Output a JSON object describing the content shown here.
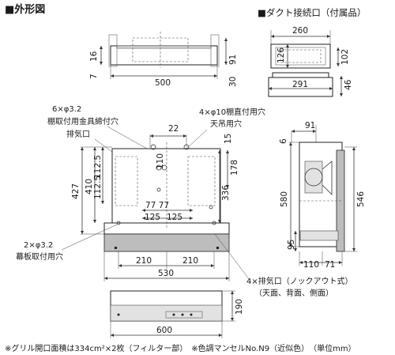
{
  "header": {
    "title": "■外形図",
    "duct_title": "■ダクト接続口（付属品）"
  },
  "dims": {
    "top_width": "500",
    "top_h16": "16",
    "top_h7": "7",
    "top_r91": "91",
    "top_r30": "30",
    "duct_260": "260",
    "duct_126": "126",
    "duct_102": "102",
    "duct_46": "46",
    "duct_291": "291",
    "front_22": "22",
    "front_110": "110",
    "front_15": "15",
    "front_427": "427",
    "front_410": "410",
    "front_1125a": "112.5",
    "front_1125b": "112.5",
    "front_178": "178",
    "front_336": "336",
    "front_7777": "77 77",
    "front_125a": "125",
    "front_125b": "125",
    "front_210a": "210",
    "front_210b": "210",
    "front_530": "530",
    "side_91": "91",
    "side_6": "6",
    "side_580": "580",
    "side_546": "546",
    "side_95": "95",
    "side_110": "110",
    "side_71": "71",
    "bot_600": "600",
    "bot_190": "190"
  },
  "labels": {
    "shelf_holes_spec": "6×φ3.2",
    "shelf_holes": "棚取付用金具締付穴",
    "exhaust": "排気口",
    "ceiling_holes_spec": "4×φ10棚直付用穴",
    "ceiling_hang": "天吊用穴",
    "panel_holes_spec": "2×φ3.2",
    "panel_holes": "幕板取付用穴",
    "knockout": "4×排気口（ノックアウト式）",
    "knockout_sides": "（天面、背面、側面）"
  },
  "footer": {
    "note": "※グリル開口面積は334cm²×2枚（フィルター部）　※色調マンセルNo.N9（近似色）　（単位mm）"
  }
}
